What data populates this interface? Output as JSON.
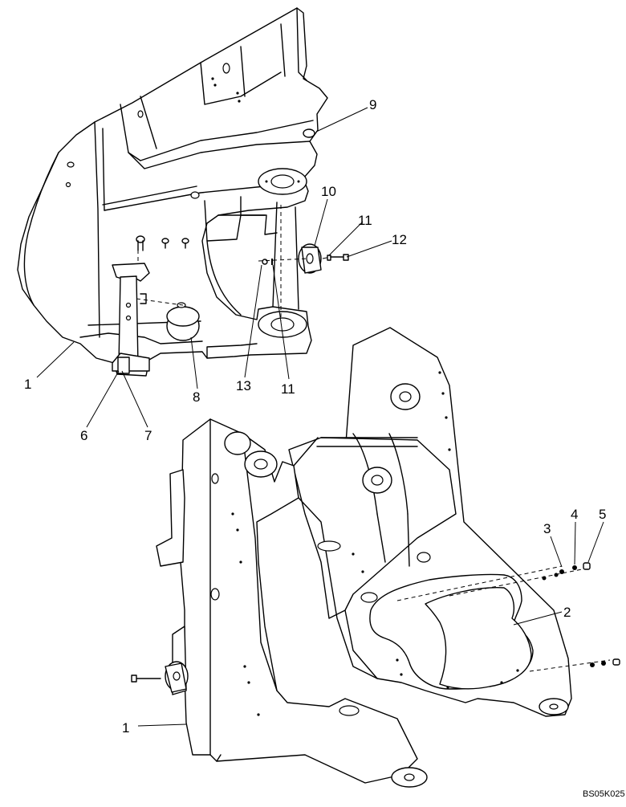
{
  "diagram": {
    "callouts": [
      {
        "id": "c1a",
        "label": "1"
      },
      {
        "id": "c1b",
        "label": "1"
      },
      {
        "id": "c2",
        "label": "2"
      },
      {
        "id": "c3",
        "label": "3"
      },
      {
        "id": "c4",
        "label": "4"
      },
      {
        "id": "c5",
        "label": "5"
      },
      {
        "id": "c6",
        "label": "6"
      },
      {
        "id": "c7",
        "label": "7"
      },
      {
        "id": "c8",
        "label": "8"
      },
      {
        "id": "c9",
        "label": "9"
      },
      {
        "id": "c10",
        "label": "10"
      },
      {
        "id": "c11a",
        "label": "11"
      },
      {
        "id": "c11b",
        "label": "11"
      },
      {
        "id": "c12",
        "label": "12"
      },
      {
        "id": "c13",
        "label": "13"
      }
    ],
    "drawing_code": "BS05K025"
  }
}
